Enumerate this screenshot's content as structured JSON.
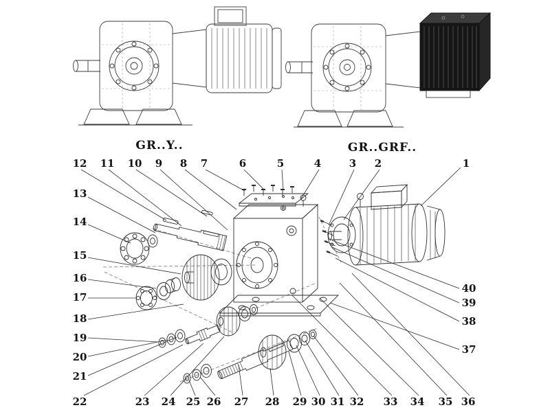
{
  "page": {
    "background": "#ffffff",
    "line_color": "#2e2e2e",
    "dark_motor_fill": "#161616"
  },
  "headings": {
    "left": "GR..Y..",
    "right": "GR..GRF.."
  },
  "callouts": [
    "1",
    "2",
    "3",
    "4",
    "5",
    "6",
    "7",
    "8",
    "9",
    "10",
    "11",
    "12",
    "13",
    "14",
    "15",
    "16",
    "17",
    "18",
    "19",
    "20",
    "21",
    "22",
    "23",
    "24",
    "25",
    "26",
    "27",
    "28",
    "29",
    "30",
    "31",
    "32",
    "33",
    "34",
    "35",
    "36",
    "37",
    "38",
    "39",
    "40"
  ]
}
